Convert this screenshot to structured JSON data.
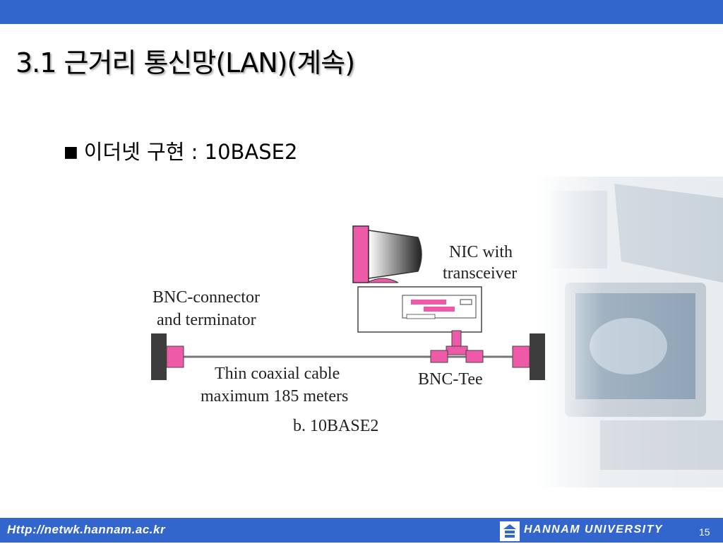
{
  "slide": {
    "title": "3.1 근거리 통신망(LAN)(계속)",
    "bullet_mark": "■",
    "bullet_text": "이더넷 구현 : 10BASE2"
  },
  "figure": {
    "label_nic_line1": "NIC with",
    "label_nic_line2": "transceiver",
    "label_bnc_line1": "BNC-connector",
    "label_bnc_line2": "and terminator",
    "label_cable_line1": "Thin coaxial cable",
    "label_cable_line2": "maximum 185 meters",
    "label_tee": "BNC-Tee",
    "caption": "b. 10BASE2",
    "colors": {
      "connector": "#ee5aa8",
      "terminator": "#3d3d3d",
      "cable": "#777777"
    }
  },
  "footer": {
    "url": "Http://netwk.hannam.ac.kr",
    "university": "HANNAM  UNIVERSITY",
    "page_number": "15",
    "logo_icon": "hannam-logo-icon"
  }
}
